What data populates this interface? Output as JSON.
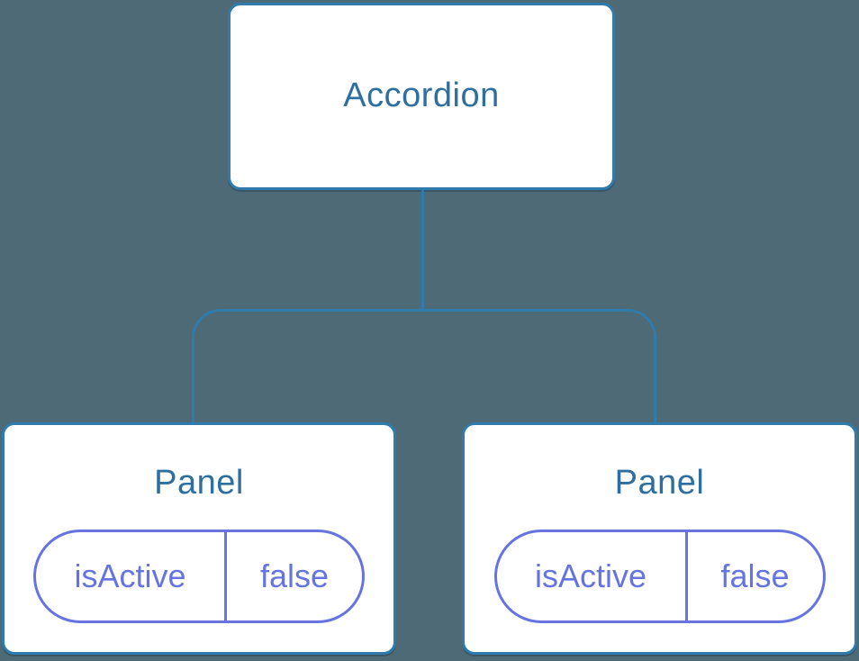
{
  "diagram": {
    "type": "component-tree",
    "root": {
      "label": "Accordion"
    },
    "children": [
      {
        "label": "Panel",
        "props": [
          {
            "name": "isActive",
            "value": "false"
          }
        ]
      },
      {
        "label": "Panel",
        "props": [
          {
            "name": "isActive",
            "value": "false"
          }
        ]
      }
    ]
  },
  "colors": {
    "background": "#4d6a76",
    "node_fill": "#ffffff",
    "node_border": "#2e7bac",
    "node_title_text": "#2f6f9f",
    "connector": "#2e7bac",
    "prop_accent": "#6674e0"
  }
}
